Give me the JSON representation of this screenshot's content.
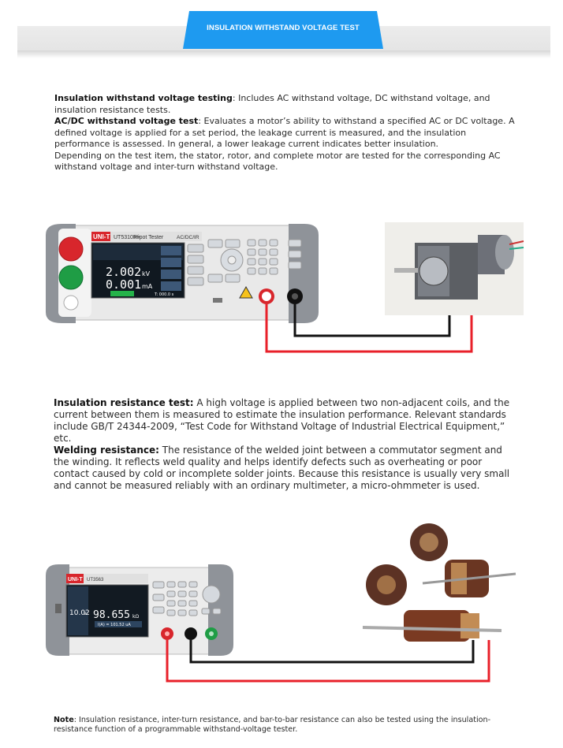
{
  "header": {
    "title": "INSULATION WITHSTAND VOLTAGE TEST",
    "accent_color": "#1e9af0"
  },
  "intro": {
    "p1_bold": "Insulation withstand voltage testing",
    "p1_text": ": Includes AC withstand voltage, DC withstand voltage, and insulation resistance tests.",
    "p2_bold": "AC/DC withstand voltage test",
    "p2_text": ": Evaluates a motor’s ability to withstand a specified AC or DC voltage. A defined voltage is applied for a set period, the leakage current is measured, and the insulation performance is assessed. In general, a lower leakage current indicates better insulation.",
    "p3_text": "Depending on the test item, the stator, rotor, and complete motor are tested for the corresponding AC withstand voltage and inter-turn withstand voltage."
  },
  "hipot": {
    "brand": "UNI-T",
    "model": "UT5310R+",
    "device_label": "Hipot Tester",
    "mode_label": "AC/DC/IR",
    "voltage_value": "2.002",
    "voltage_unit": "kV",
    "current_value": "0.001",
    "current_unit": "mA",
    "timer": "T: 000.0 s",
    "lead_colors": {
      "red": "#e8202a",
      "black": "#111111"
    }
  },
  "section2": {
    "p1_bold": "Insulation resistance test:",
    "p1_text": " A high voltage is applied between two non-adjacent coils, and the current between them is measured to estimate the insulation performance. Relevant standards include GB/T 24344-2009, “Test Code for Withstand Voltage of Industrial Electrical Equipment,” etc.",
    "p2_bold": "Welding resistance:",
    "p2_text": " The resistance of the welded joint between a commutator segment and the winding. It reflects weld quality and helps identify defects such as overheating or poor contact caused by cold or incomplete solder joints. Because this resistance is usually very small and cannot be measured reliably with an ordinary multimeter, a micro-ohmmeter is used."
  },
  "ohmmeter": {
    "brand": "UNI-T",
    "model": "UT3563",
    "range_value": "10.02",
    "range_unit": "V",
    "reading_value": "98.655",
    "reading_unit": "kΩ",
    "current_readout": "I(A) = 101.52 uA"
  },
  "note": {
    "bold": "Note",
    "text": ": Insulation resistance, inter-turn resistance, and bar-to-bar resistance can also be tested using the insulation-resistance function of a programmable withstand-voltage tester."
  }
}
